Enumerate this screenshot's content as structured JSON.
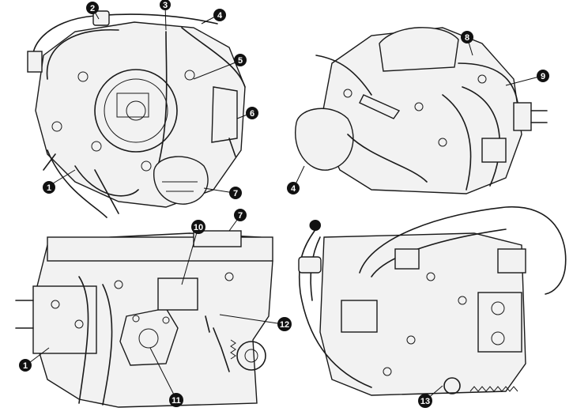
{
  "callouts": {
    "c1a": "1",
    "c2": "2",
    "c3": "3",
    "c4a": "4",
    "c5": "5",
    "c6": "6",
    "c7a": "7",
    "c8": "8",
    "c9": "9",
    "c4b": "4",
    "c7b": "7",
    "c10": "10",
    "c12": "12",
    "c1b": "1",
    "c11": "11",
    "c_unknown": "",
    "c13": "13"
  },
  "colors": {
    "ink": "#1a1a1a",
    "background": "#ffffff",
    "callout_fill": "#111111"
  }
}
